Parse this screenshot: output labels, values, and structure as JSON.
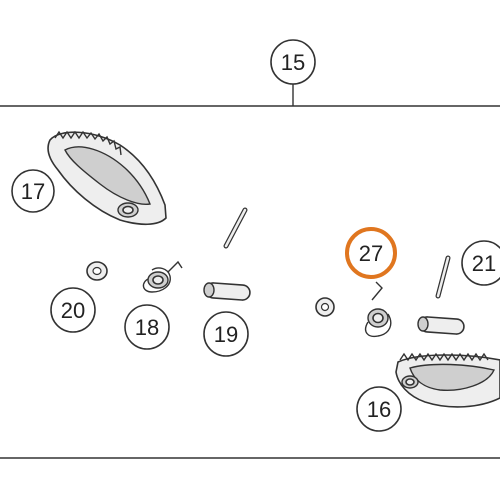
{
  "diagram": {
    "callouts": [
      {
        "id": "c15",
        "label": "15"
      },
      {
        "id": "c17",
        "label": "17"
      },
      {
        "id": "c27",
        "label": "27",
        "highlighted": true
      },
      {
        "id": "c21",
        "label": "21"
      },
      {
        "id": "c20",
        "label": "20"
      },
      {
        "id": "c18",
        "label": "18"
      },
      {
        "id": "c19",
        "label": "19"
      },
      {
        "id": "c16",
        "label": "16"
      }
    ],
    "colors": {
      "highlight": "#e0761f",
      "stroke": "#333333",
      "part_fill": "#eeeeee"
    }
  }
}
